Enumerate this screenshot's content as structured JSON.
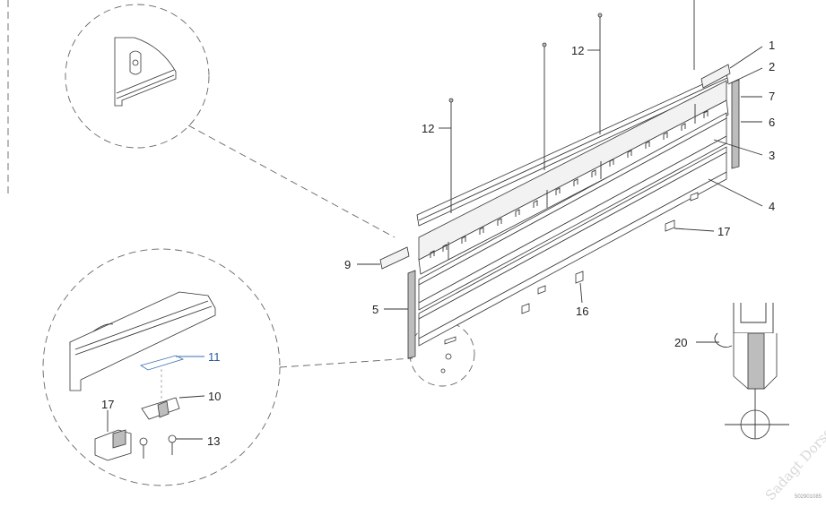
{
  "callouts": [
    {
      "id": "c1",
      "text": "1"
    },
    {
      "id": "c2",
      "text": "2"
    },
    {
      "id": "c7",
      "text": "7"
    },
    {
      "id": "c6",
      "text": "6"
    },
    {
      "id": "c3",
      "text": "3"
    },
    {
      "id": "c4",
      "text": "4"
    },
    {
      "id": "c17a",
      "text": "17"
    },
    {
      "id": "c16",
      "text": "16"
    },
    {
      "id": "c9",
      "text": "9"
    },
    {
      "id": "c5",
      "text": "5"
    },
    {
      "id": "c12a",
      "text": "12"
    },
    {
      "id": "c12b",
      "text": "12"
    },
    {
      "id": "c11",
      "text": "11"
    },
    {
      "id": "c10",
      "text": "10"
    },
    {
      "id": "c17b",
      "text": "17"
    },
    {
      "id": "c13",
      "text": "13"
    },
    {
      "id": "c20",
      "text": "20"
    }
  ],
  "watermark": "Sadagt Dorse",
  "drawing_code": "502901085"
}
